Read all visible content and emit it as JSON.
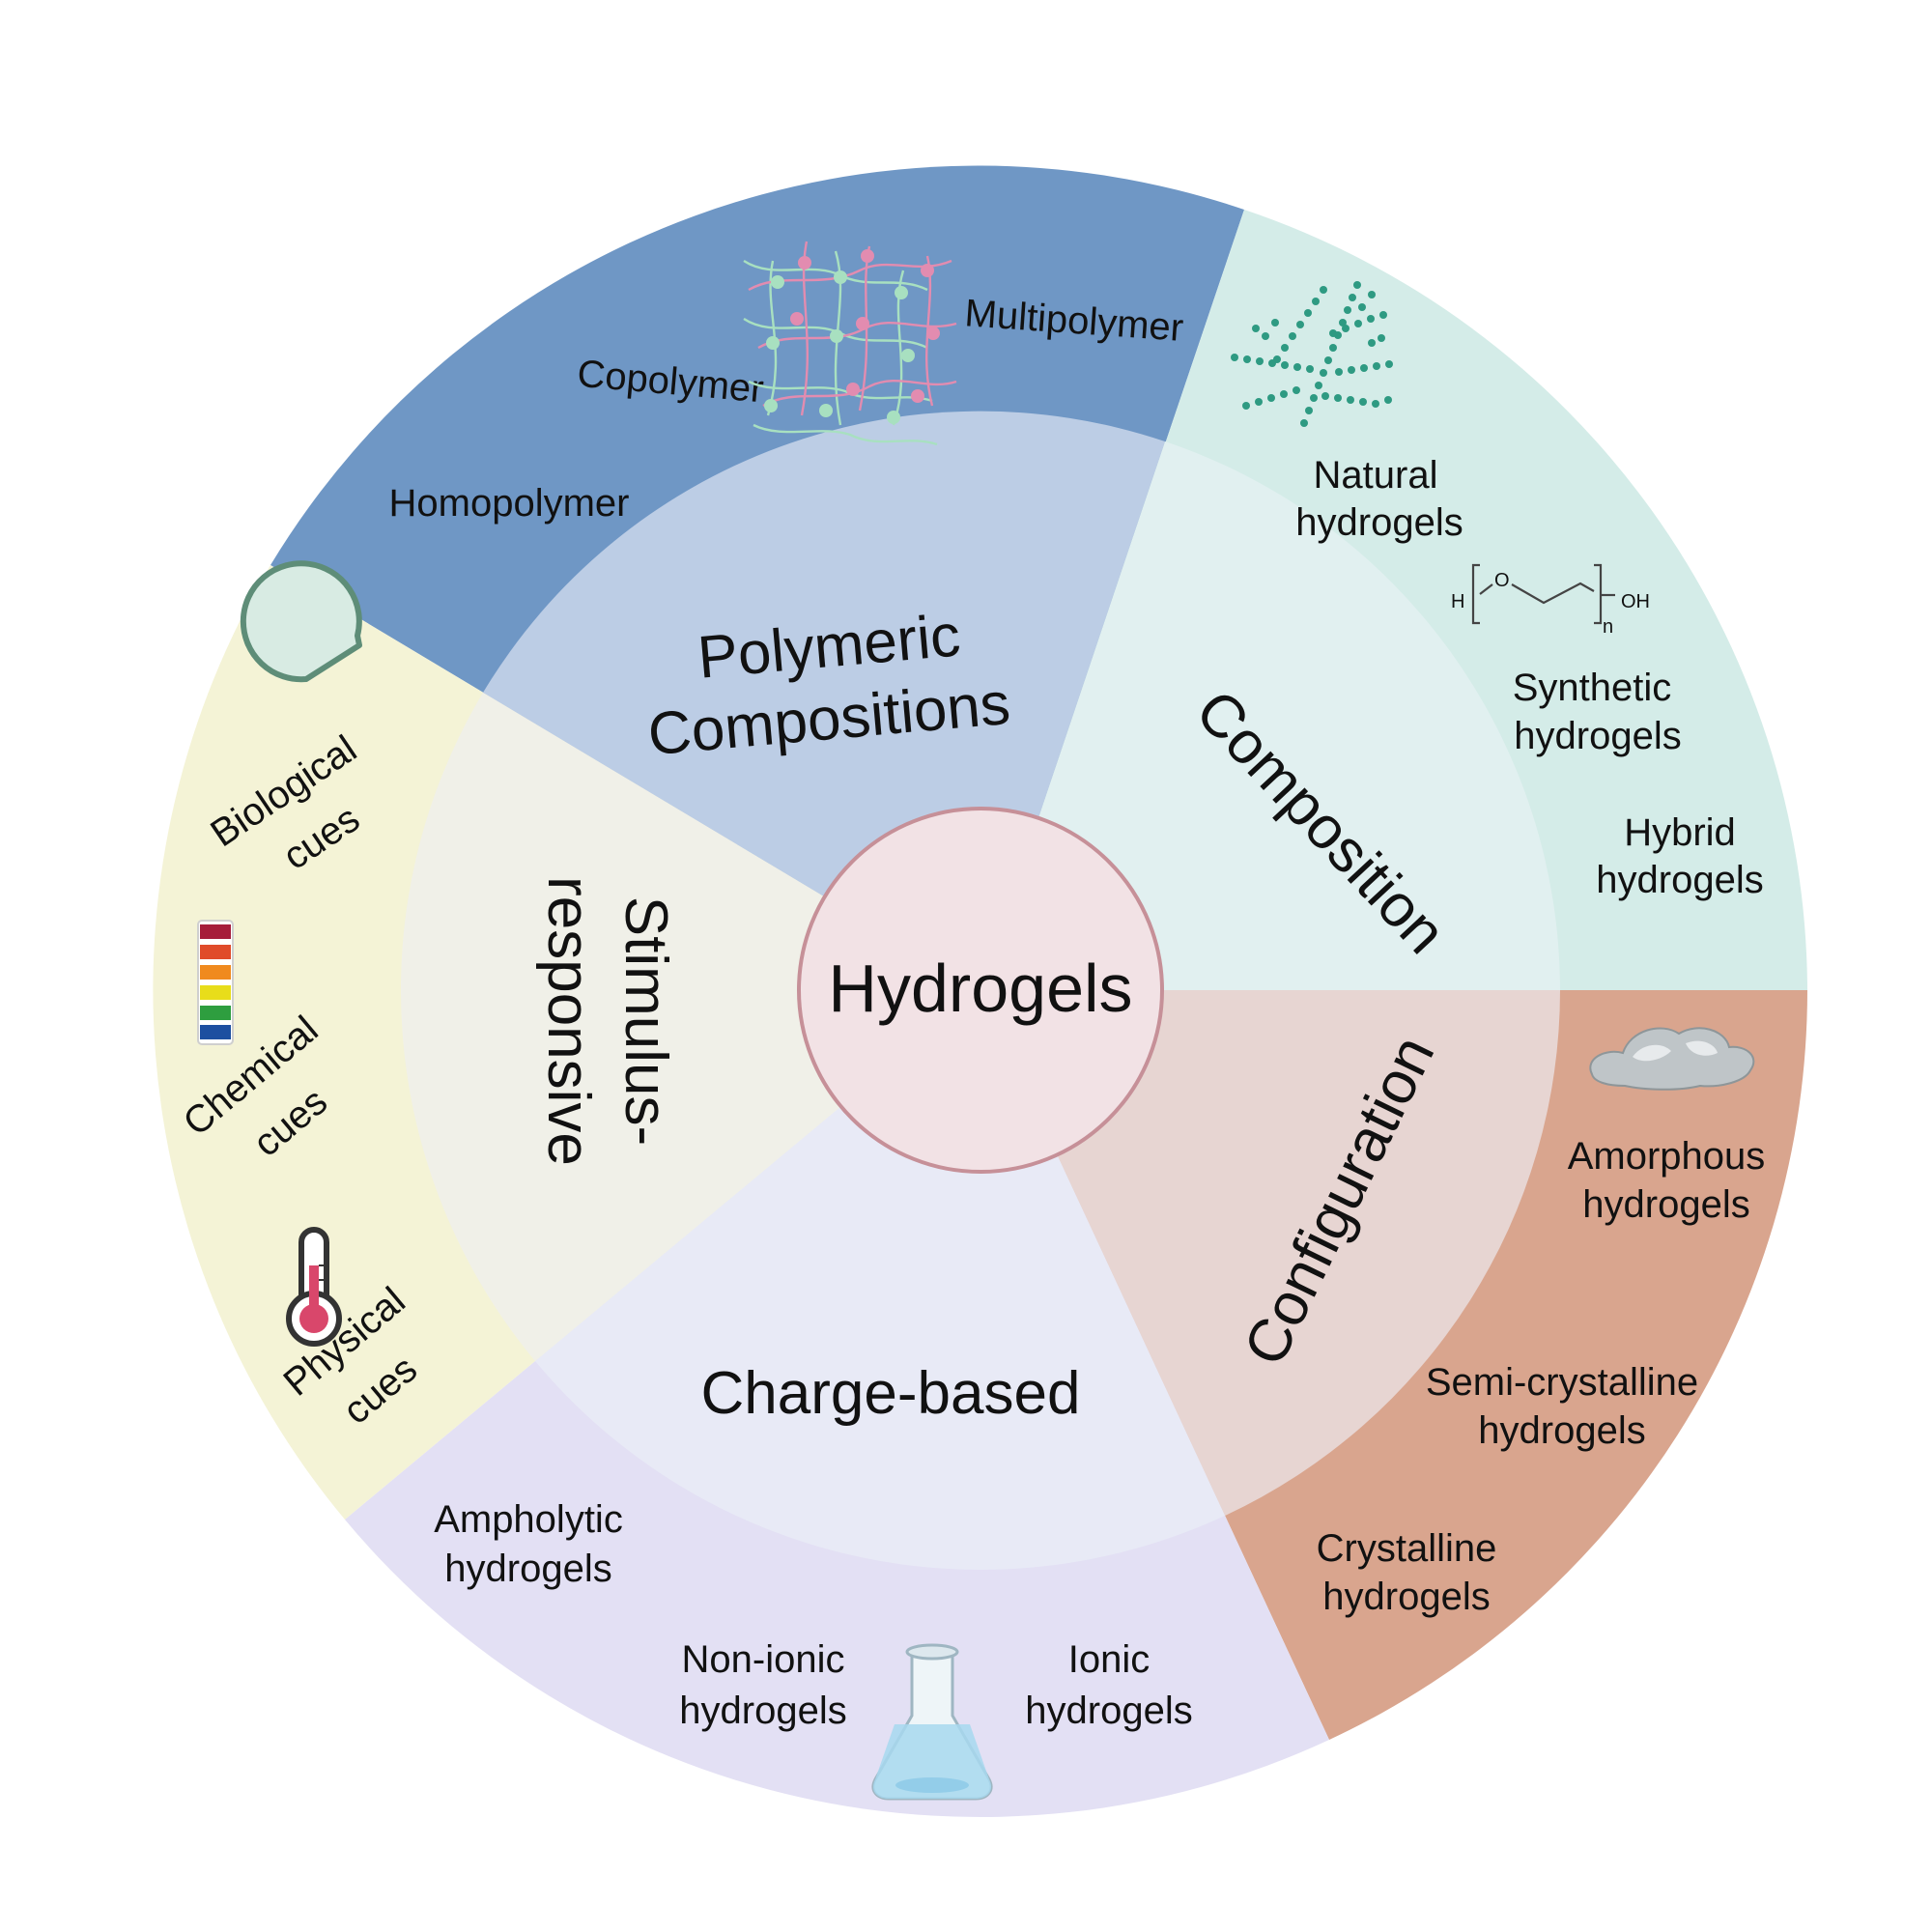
{
  "center": {
    "label": "Hydrogels"
  },
  "categories": [
    {
      "id": "polymeric",
      "lines": [
        "Polymeric",
        "Compositions"
      ],
      "inner_color": "#bccde5",
      "outer_color": "#6f97c5",
      "items": [
        "Homopolymer",
        "Copolymer",
        "Multipolymer"
      ]
    },
    {
      "id": "composition",
      "lines": [
        "Composition"
      ],
      "inner_color": "#e1f0f0",
      "outer_color": "#d4ece8",
      "items": [
        [
          "Natural",
          "hydrogels"
        ],
        [
          "Synthetic",
          "hydrogels"
        ],
        [
          "Hybrid",
          "hydrogels"
        ]
      ]
    },
    {
      "id": "configuration",
      "lines": [
        "Configuration"
      ],
      "inner_color": "#e7d5d2",
      "outer_color": "#d9a58e",
      "items": [
        [
          "Amorphous",
          "hydrogels"
        ],
        [
          "Semi-crystalline",
          "hydrogels"
        ],
        [
          "Crystalline",
          "hydrogels"
        ]
      ]
    },
    {
      "id": "charge",
      "lines": [
        "Charge-based"
      ],
      "inner_color": "#e8eaf6",
      "outer_color": "#e3e0f4",
      "items": [
        [
          "Ampholytic",
          "hydrogels"
        ],
        [
          "Non-ionic",
          "hydrogels"
        ],
        [
          "Ionic",
          "hydrogels"
        ]
      ]
    },
    {
      "id": "stimulus",
      "lines": [
        "Stimulus-",
        "responsive"
      ],
      "inner_color": "#f0f0e8",
      "outer_color": "#f4f3d6",
      "items": [
        [
          "Biological",
          "cues"
        ],
        [
          "Chemical",
          "cues"
        ],
        [
          "Physical",
          "cues"
        ]
      ]
    }
  ],
  "peg_formula": {
    "h": "H",
    "o": "O",
    "oh": "OH",
    "n": "n"
  },
  "icons": [
    "polymer-network-icon",
    "branched-polymer-icon",
    "peg-structure-icon",
    "amorphous-gel-icon",
    "flask-icon",
    "pacman-enzyme-icon",
    "ph-strip-icon",
    "thermometer-icon"
  ],
  "colors": {
    "center_fill": "#f2e2e5",
    "center_stroke": "#c69098",
    "text": "#111111"
  }
}
